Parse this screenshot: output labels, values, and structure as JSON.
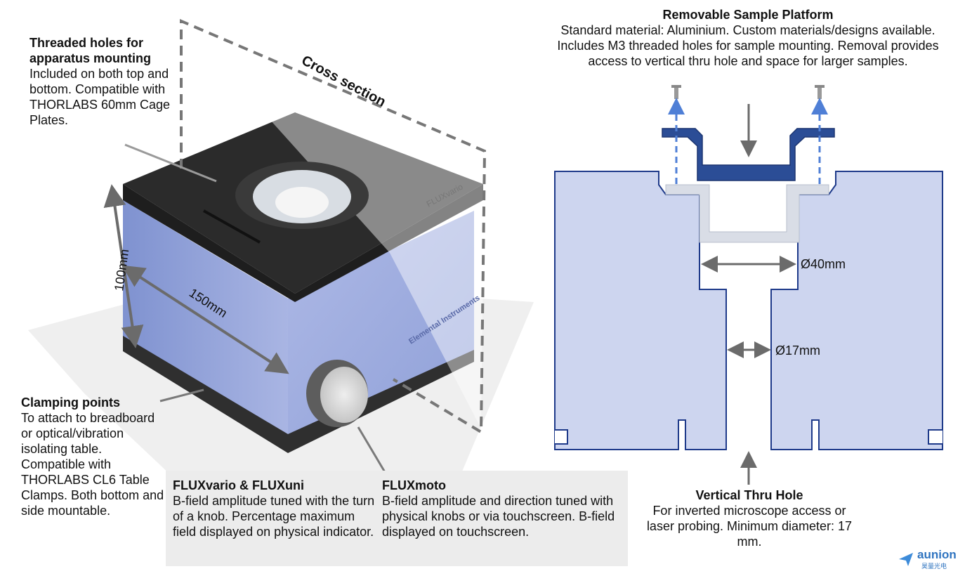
{
  "left_annotations": {
    "threaded_title": "Threaded holes for apparatus mounting",
    "threaded_body": "Included on both top and bottom. Compatible with THORLABS 60mm Cage Plates.",
    "clamping_title": "Clamping points",
    "clamping_body": "To attach to breadboard or optical/vibration isolating table. Compatible with THORLABS CL6 Table Clamps. Both bottom and side mountable."
  },
  "device": {
    "cross_section_label": "Cross section",
    "height_label": "100mm",
    "width_label": "150mm",
    "top_brand": "FLUXvario",
    "side_brand": "Elemental Instruments"
  },
  "models": {
    "vario_title": "FLUXvario & FLUXuni",
    "vario_body": "B-field amplitude tuned with the turn of a knob. Percentage maximum field displayed on physical indicator.",
    "moto_title": "FLUXmoto",
    "moto_body": "B-field amplitude and direction tuned with physical knobs or via touchscreen. B-field displayed on touchscreen."
  },
  "platform": {
    "title": "Removable Sample Platform",
    "body": "Standard material: Aluminium. Custom materials/designs available. Includes M3 threaded holes for sample mounting. Removal provides access to vertical thru hole and space for larger samples."
  },
  "diameters": {
    "d40": "Ø40mm",
    "d17": "Ø17mm"
  },
  "thru_hole": {
    "title": "Vertical Thru Hole",
    "body": "For inverted microscope access or laser probing. Minimum diameter: 17 mm."
  },
  "logo": {
    "brand": "aunion",
    "sub": "昊量光电"
  },
  "colors": {
    "body_blue": "#c9d1ef",
    "platform_blue": "#2b4d96",
    "arrow_blue": "#4f7fd6",
    "top_black": "#2b2b2b",
    "note_grey": "#ececec"
  }
}
